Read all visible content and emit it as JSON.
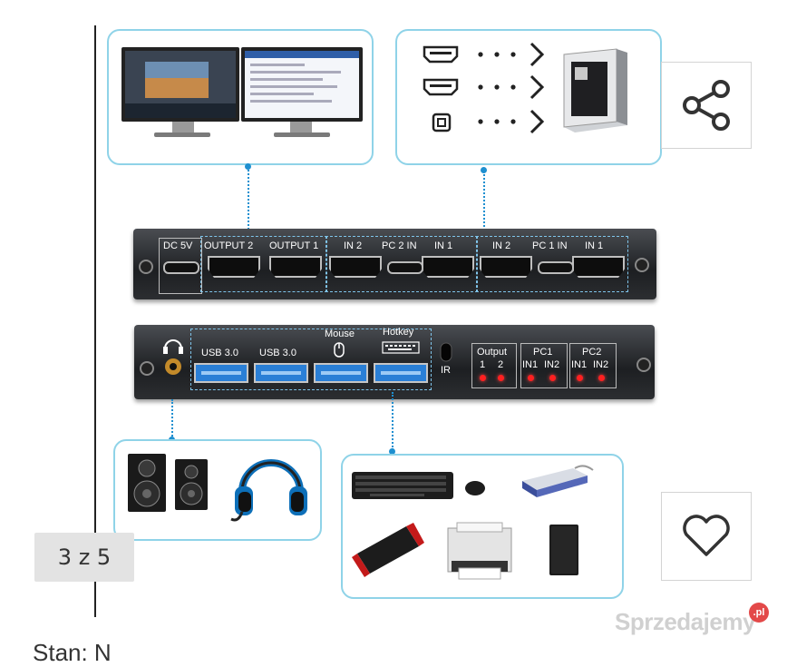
{
  "gallery": {
    "counter": "3 z 5",
    "share_icon": "share-icon",
    "favorite_icon": "heart-icon",
    "watermark": "Sprzedajemy",
    "watermark_badge": ".pl",
    "bottom_text": "Stan: N"
  },
  "device_top": {
    "power": "DC 5V",
    "outputs": [
      "OUTPUT 2",
      "OUTPUT 1"
    ],
    "pc2": [
      "IN 2",
      "PC 2 IN",
      "IN 1"
    ],
    "pc1": [
      "IN 2",
      "PC 1 IN",
      "IN 1"
    ]
  },
  "device_bottom": {
    "usb_a": "USB 3.0",
    "usb_b": "USB 3.0",
    "mouse": "Mouse",
    "hotkey": "Hotkey",
    "ir": "IR",
    "output_group": {
      "title": "Output",
      "labels": [
        "1",
        "2"
      ]
    },
    "pc1_group": {
      "title": "PC1",
      "labels": [
        "IN1",
        "IN2"
      ]
    },
    "pc2_group": {
      "title": "PC2",
      "labels": [
        "IN1",
        "IN2"
      ]
    }
  },
  "icons": [
    "hdmi-icon",
    "hdmi-icon",
    "usb-b-icon",
    "chevron-right-icon",
    "pc-tower-icon",
    "monitor-icon",
    "headphone-jack-icon",
    "speakers-icon",
    "headset-icon",
    "keyboard-icon",
    "mouse-icon",
    "scanner-icon",
    "usb-drive-icon",
    "printer-icon",
    "hard-drive-icon"
  ]
}
